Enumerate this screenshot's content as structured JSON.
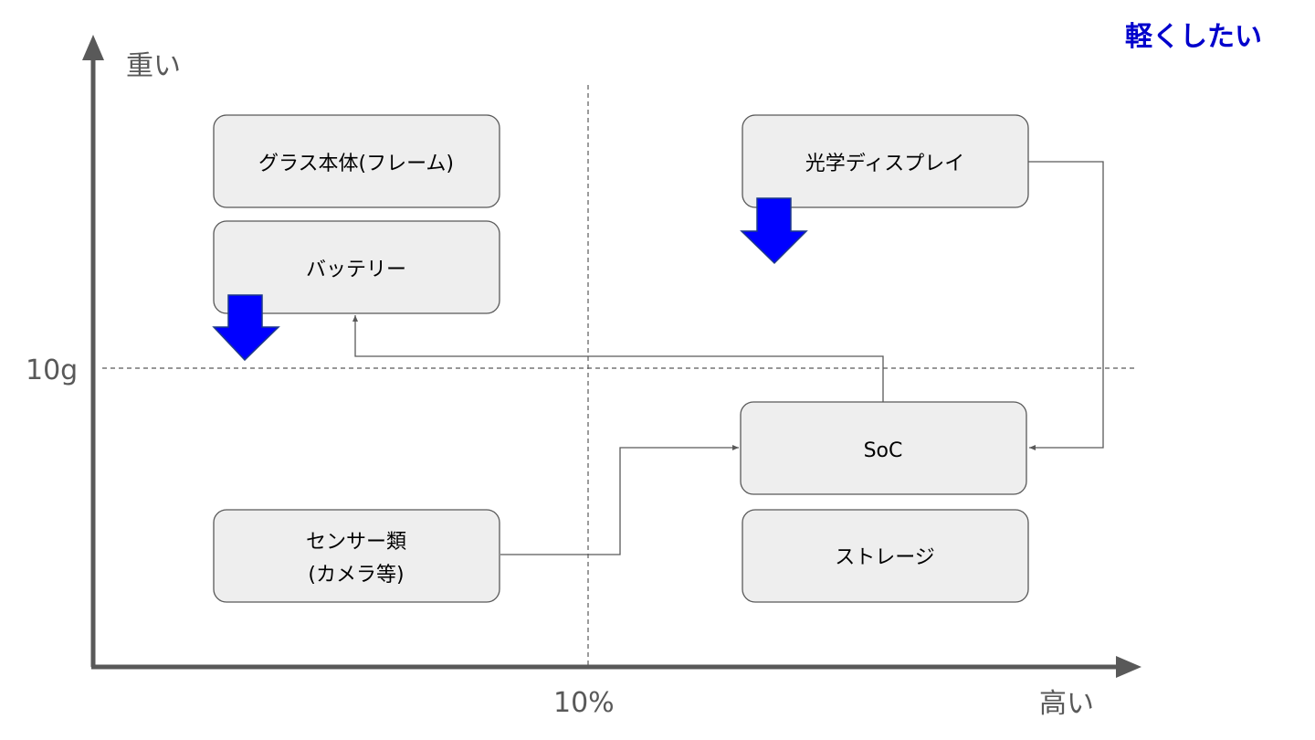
{
  "axes": {
    "y_top_label": "重い",
    "x_right_label": "高い",
    "y_threshold_label": "10g",
    "x_threshold_label": "10%"
  },
  "note": {
    "text": "軽くしたい",
    "color": "#0000cc"
  },
  "boxes": {
    "glass_frame": [
      "グラス本体(フレーム)"
    ],
    "battery": [
      "バッテリー"
    ],
    "optical_display": [
      "光学ディスプレイ"
    ],
    "soc": [
      "SoC"
    ],
    "sensors": [
      "センサー類",
      "(カメラ等)"
    ],
    "storage": [
      "ストレージ"
    ]
  },
  "colors": {
    "arrow_fill": "#0000ff",
    "box_fill": "#eeeeee",
    "line": "#595959"
  }
}
